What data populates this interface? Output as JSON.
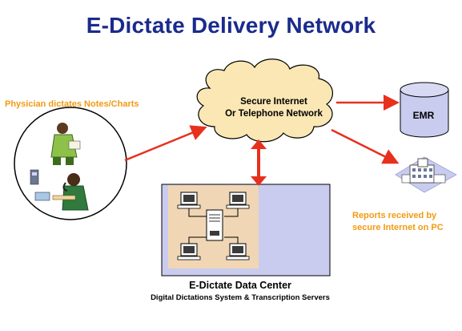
{
  "title": "E-Dictate Delivery Network",
  "physician_label": "Physician dictates Notes/Charts",
  "cloud": {
    "line1": "Secure Internet",
    "line2": "Or Telephone Network"
  },
  "emr_label": "EMR",
  "reports": {
    "line1": "Reports received by",
    "line2": "secure Internet on PC"
  },
  "data_center": {
    "title": "E-Dictate Data Center",
    "subtitle": "Digital Dictations System & Transcription Servers"
  },
  "colors": {
    "title": "#1a2b8c",
    "accent_text": "#f39a12",
    "arrow": "#e8301c",
    "cloud_fill": "#fbe7b4",
    "data_center_outer": "#c9ccef",
    "data_center_inner": "#f0d6b4"
  }
}
